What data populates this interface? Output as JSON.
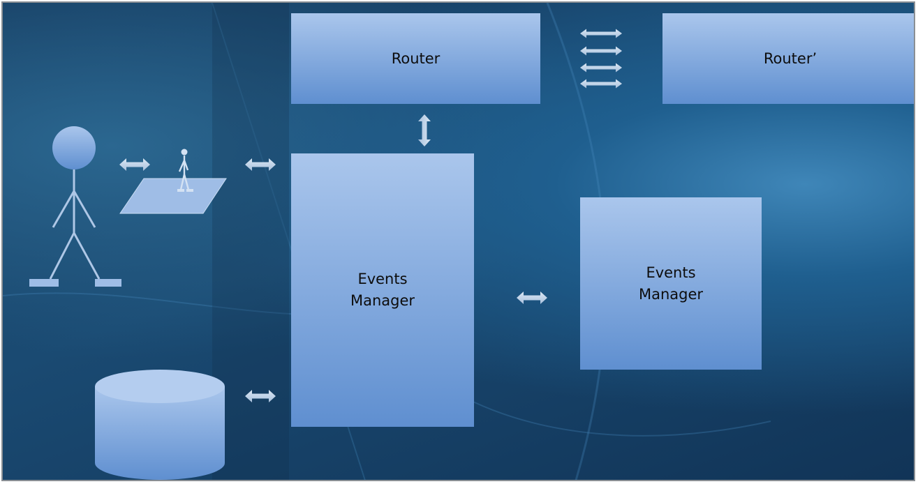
{
  "diagram": {
    "boxes": {
      "router": "Router",
      "router_prime": "Router’",
      "events_manager_main": "Events\nManager",
      "events_manager_remote": "Events\nManager"
    },
    "icons": [
      "stick-figure-user",
      "avatar-on-platform",
      "database-cylinder",
      "bidirectional-arrow",
      "parallel-bidirectional-arrows"
    ]
  }
}
